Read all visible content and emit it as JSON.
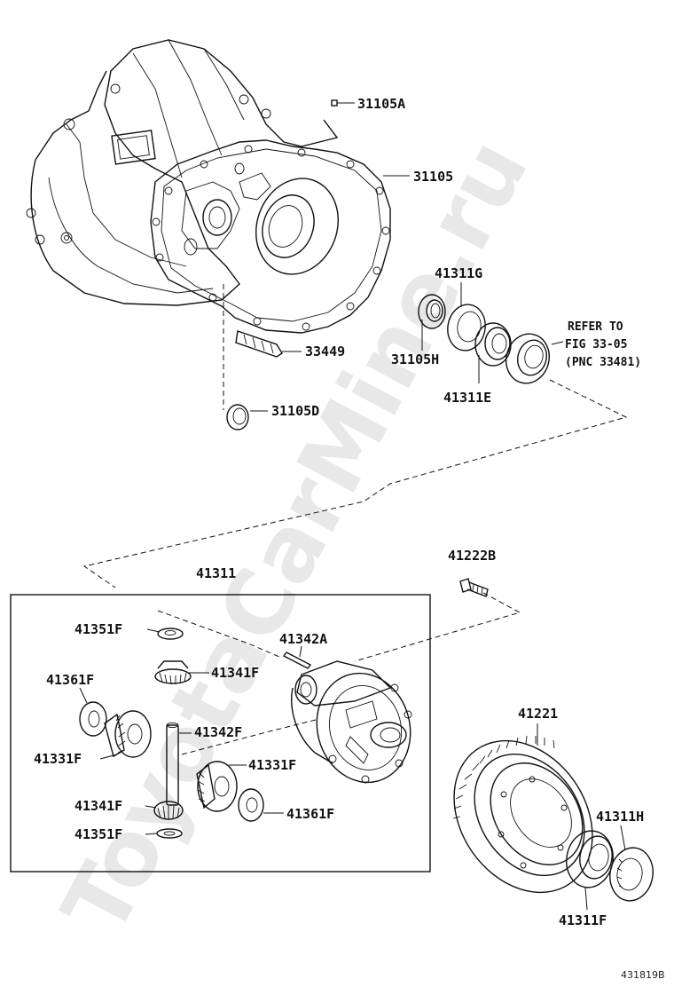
{
  "watermark": "ToyotaCarMine.ru",
  "figure_id": "431819B",
  "reference_note": {
    "line1": "REFER TO",
    "line2": "FIG 33-05",
    "line3": "(PNC 33481)"
  },
  "labels": {
    "p31105A": "31105A",
    "p31105": "31105",
    "p41311G": "41311G",
    "p31105H": "31105H",
    "p41311E": "41311E",
    "p33449": "33449",
    "p31105D": "31105D",
    "p41311": "41311",
    "p41222B": "41222B",
    "p41351F_top": "41351F",
    "p41342A": "41342A",
    "p41341F_top": "41341F",
    "p41361F_left": "41361F",
    "p41342F": "41342F",
    "p41331F_left": "41331F",
    "p41331F_right": "41331F",
    "p41341F_bottom": "41341F",
    "p41361F_right": "41361F",
    "p41351F_bottom": "41351F",
    "p41221": "41221",
    "p41311H": "41311H",
    "p41311F": "41311F"
  }
}
